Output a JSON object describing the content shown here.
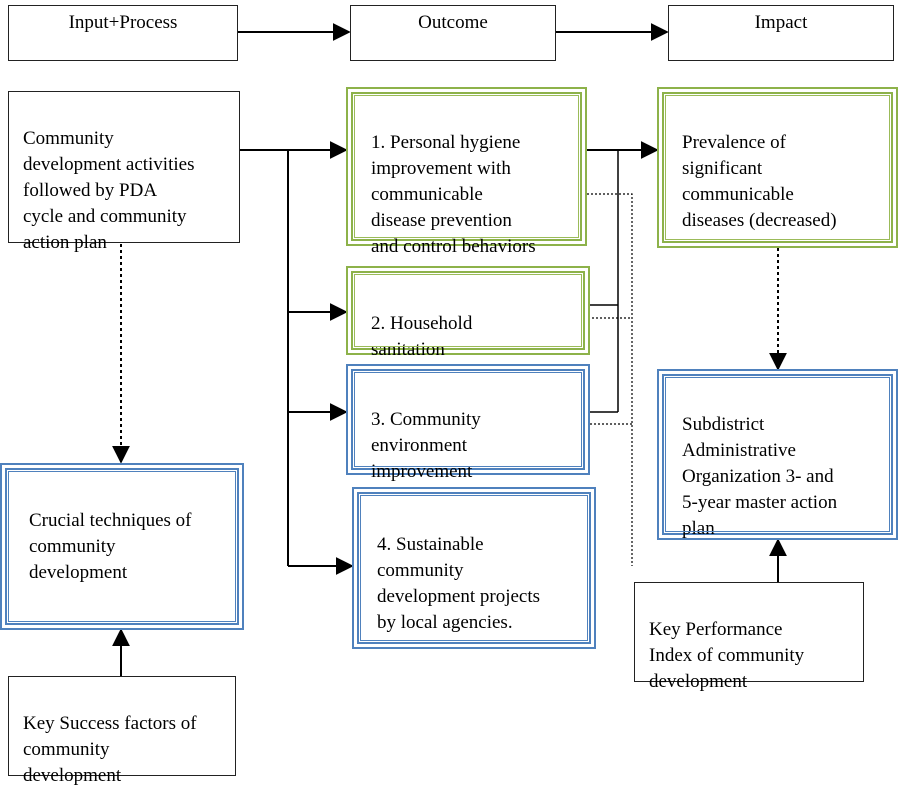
{
  "headers": {
    "input_process": "Input+Process",
    "outcome": "Outcome",
    "impact": "Impact"
  },
  "nodes": {
    "community_activities": "Community\ndevelopment activities\nfollowed by PDA\ncycle  and community\naction plan",
    "outcome_1": "1. Personal hygiene\nimprovement with\ncommunicable\ndisease prevention\nand control behaviors",
    "outcome_2": "2. Household\nsanitation",
    "outcome_3": "3. Community\nenvironment\nimprovement",
    "outcome_4": "4. Sustainable\ncommunity\ndevelopment projects\nby local agencies.",
    "impact_prevalence": "Prevalence of\nsignificant\ncommunicable\ndiseases (decreased)",
    "subdistrict_plan": "Subdistrict\nAdministrative\nOrganization 3- and\n5-year master action\nplan",
    "crucial_techniques": "Crucial techniques of\ncommunity\ndevelopment",
    "key_success_factors": "Key Success factors of\ncommunity\ndevelopment",
    "kpi": "Key Performance\nIndex of community\ndevelopment"
  },
  "colors": {
    "outcome_border": "#9bbb59",
    "secondary_border": "#4f81bd",
    "line": "#000000"
  }
}
